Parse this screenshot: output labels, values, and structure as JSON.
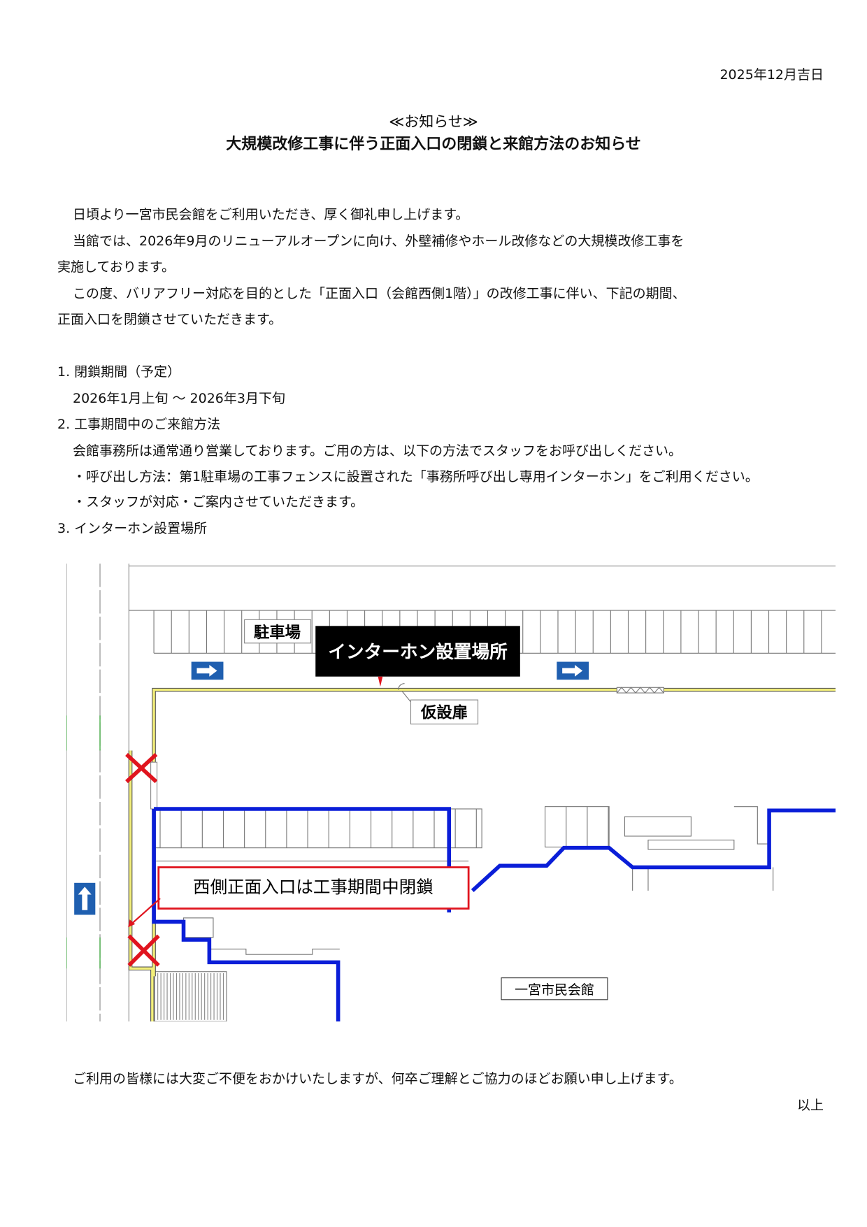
{
  "date": "2025年12月吉日",
  "title": {
    "heading": "≪お知らせ≫",
    "subject": "大規模改修工事に伴う正面入口の閉鎖と来館方法のお知らせ"
  },
  "body": [
    "日頃より一宮市民会館をご利用いただき、厚く御礼申し上げます。",
    "当館では、2026年9月のリニューアルオープンに向け、外壁補修やホール改修などの大規模改修工事を",
    "実施しております。",
    "この度、バリアフリー対応を目的とした「正面入口（会館西側1階）」の改修工事に伴い、下記の期間、",
    "正面入口を閉鎖させていただきます。"
  ],
  "sections": [
    {
      "heading": "1. 閉鎖期間（予定）",
      "lines": [
        "2026年1月上旬 ～ 2026年3月下旬"
      ]
    },
    {
      "heading": "2. 工事期間中のご来館方法",
      "lines": [
        "会館事務所は通常通り営業しております。ご用の方は、以下の方法でスタッフをお呼び出しください。",
        "・呼び出し方法：第1駐車場の工事フェンスに設置された「事務所呼び出し専用インターホン」をご利用ください。",
        "・スタッフが対応・ご案内させていただきます。"
      ]
    },
    {
      "heading": "3. インターホン設置場所",
      "lines": []
    }
  ],
  "map": {
    "parking_label": "駐車場",
    "intercom_label": "インターホン設置場所",
    "door_label": "仮設扉",
    "closed_label": "西側正面入口は工事期間中閉鎖",
    "building_label": "一宮市民会館",
    "colors": {
      "fence": "#f3ef7a",
      "route": "#0a1ed8",
      "closed": "#e0141e",
      "sign": "#1f5fb0"
    }
  },
  "closing": "ご利用の皆様には大変ご不便をおかけいたしますが、何卒ご理解とご協力のほどお願い申し上げます。",
  "end": "以上"
}
